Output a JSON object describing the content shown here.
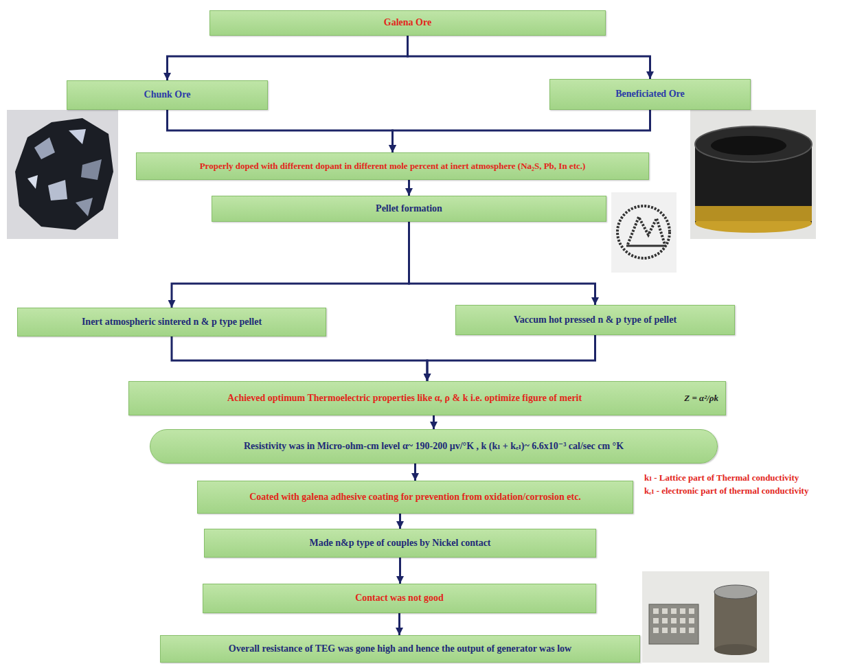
{
  "diagram": {
    "nodes": [
      {
        "text": [
          "Galena Ore"
        ]
      },
      {
        "text": [
          "Chunk Ore"
        ]
      },
      {
        "text": [
          "Beneficiated Ore"
        ]
      },
      {
        "text": [
          "Properly doped with different dopant in different mole percent at inert atmosphere (Na₂S, Pb, In etc.)"
        ]
      },
      {
        "text": [
          "Pellet formation"
        ]
      },
      {
        "text": [
          "Inert atmospheric sintered n & p type pellet"
        ]
      },
      {
        "text": [
          "Vaccum hot pressed n & p type of pellet"
        ]
      },
      {
        "text": [
          "Achieved optimum Thermoelectric properties like α, ρ & k  i.e. optimize figure of merit",
          "Z = α²/ρk"
        ]
      },
      {
        "text": [
          "Resistivity was in Micro-ohm-cm level α~ 190-200 μv/°K , k (kₗ + kₑₗ)~ 6.6x10⁻³ cal/sec cm °K"
        ]
      },
      {
        "text": [
          "Coated with galena adhesive coating for prevention from oxidation/corrosion etc."
        ]
      },
      {
        "text": [
          "Made n&p type of couples by Nickel contact"
        ]
      },
      {
        "text": [
          "Contact was not good"
        ]
      },
      {
        "text": [
          "Overall resistance of TEG was gone high and hence the output of generator was low"
        ]
      }
    ],
    "edges": [
      {
        "from": 0,
        "to": 1,
        "arrow": "to"
      },
      {
        "from": 0,
        "to": 2,
        "arrow": "to"
      },
      {
        "from": 1,
        "to": 3,
        "arrow": "to"
      },
      {
        "from": 2,
        "to": 3,
        "arrow": "to"
      },
      {
        "from": 3,
        "to": 4,
        "arrow": "to"
      },
      {
        "from": 4,
        "to": 5,
        "arrow": "to"
      },
      {
        "from": 4,
        "to": 6,
        "arrow": "to"
      },
      {
        "from": 5,
        "to": 7,
        "arrow": "to"
      },
      {
        "from": 6,
        "to": 7,
        "arrow": "to"
      },
      {
        "from": 7,
        "to": 8,
        "arrow": "to"
      },
      {
        "from": 8,
        "to": 9,
        "arrow": "to"
      },
      {
        "from": 9,
        "to": 10,
        "arrow": "to"
      },
      {
        "from": 10,
        "to": 11,
        "arrow": "to"
      },
      {
        "from": 11,
        "to": 12,
        "arrow": "to"
      }
    ],
    "labels": [
      "kₗ - Lattice part of Thermal conductivity",
      "kₑₗ - electronic part of thermal conductivity"
    ]
  }
}
